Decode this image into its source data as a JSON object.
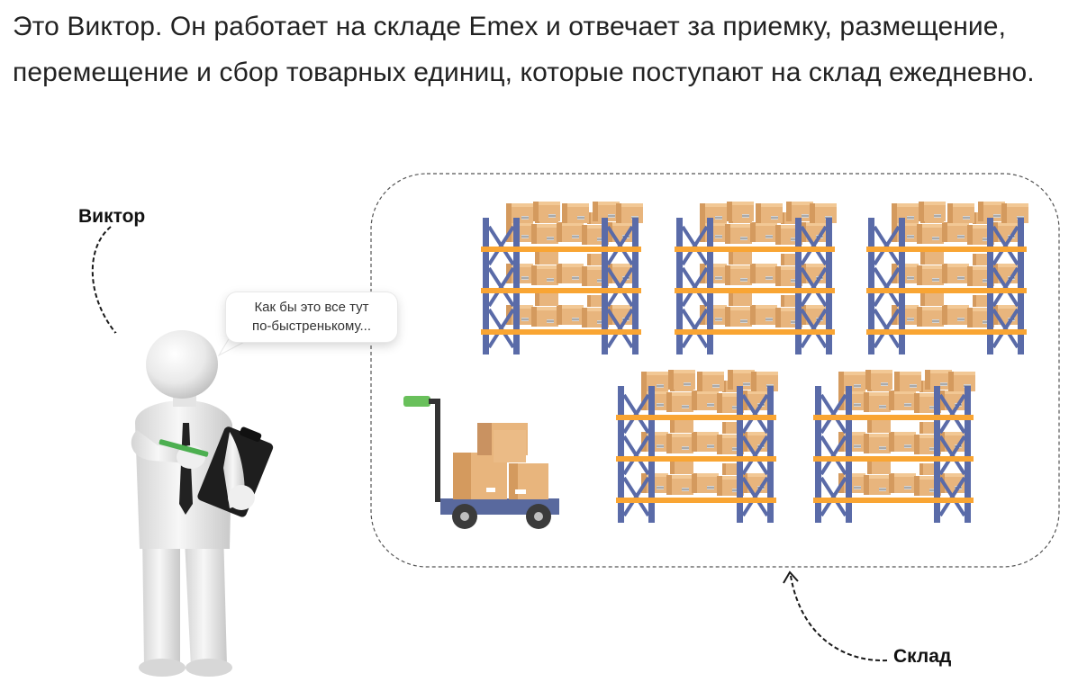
{
  "intro": {
    "text": "Это Виктор. Он работает на складе Emex и отвечает за приемку, размещение, перемещение и сбор товарных единиц, которые поступают на склад ежедневно."
  },
  "character": {
    "label": "Виктор",
    "speech_line1": "Как бы это все тут",
    "speech_line2": "по-быстренькому..."
  },
  "warehouse": {
    "label": "Склад"
  },
  "colors": {
    "rack_frame": "#5a6ba8",
    "rack_beam": "#f9a533",
    "box": "#e8b57d",
    "box_dark": "#d49a5e",
    "cart_base": "#59699e",
    "cart_handle_grip": "#69c05b"
  }
}
